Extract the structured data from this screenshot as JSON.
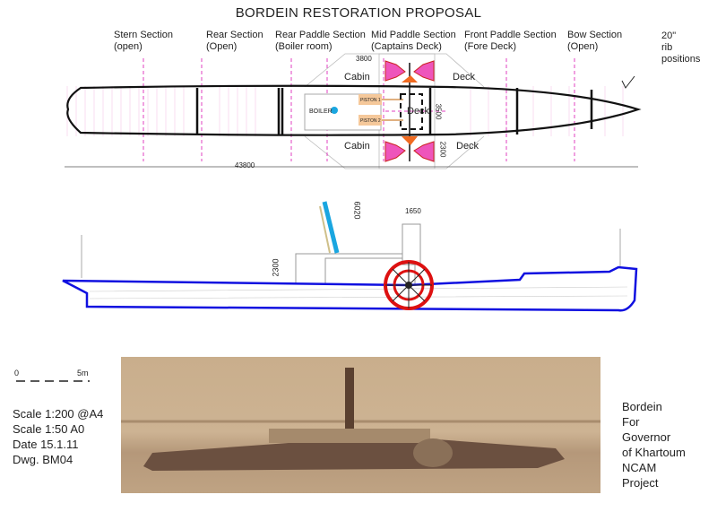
{
  "title": "BORDEIN RESTORATION PROPOSAL",
  "sections": [
    {
      "name": "Stern Section",
      "sub": "(open)"
    },
    {
      "name": "Rear Section",
      "sub": "(Open)"
    },
    {
      "name": "Rear Paddle Section",
      "sub": "(Boiler room)"
    },
    {
      "name": "Mid Paddle Section",
      "sub": "(Captains Deck)"
    },
    {
      "name": "Front Paddle Section",
      "sub": "(Fore Deck)"
    },
    {
      "name": "Bow Section",
      "sub": "(Open)"
    }
  ],
  "rib_note": [
    "20\"",
    "rib",
    "positions"
  ],
  "plan_labels": {
    "cabin_top": "Cabin",
    "cabin_bottom": "Cabin",
    "deck_top": "Deck",
    "deck_mid": "Deck",
    "deck_bottom": "Deck",
    "boiler": "BOILER",
    "piston1": "PISTON 1",
    "piston2": "PISTON 2"
  },
  "dimensions": {
    "length": "43800",
    "paddle_width": "3800",
    "beam": "3500",
    "sponson": "2300",
    "funnel": "6020",
    "wheelhouse": "1650",
    "cabin_height": "2300"
  },
  "scale_bar": {
    "start": "0",
    "end": "5m"
  },
  "drawing_info": [
    "Scale 1:200 @A4",
    "Scale 1:50 A0",
    "Date 15.1.11",
    "Dwg. BM04"
  ],
  "credits": [
    "Bordein",
    "For",
    "Governor",
    "of Khartoum",
    "NCAM",
    "Project"
  ],
  "colors": {
    "hull_outline": "#1010e0",
    "paddle": "#dd1111",
    "funnel": "#1aa6e0",
    "paddlebox": "#ee55bb",
    "piston": "#f5c89a",
    "photo": "#b89a78"
  }
}
